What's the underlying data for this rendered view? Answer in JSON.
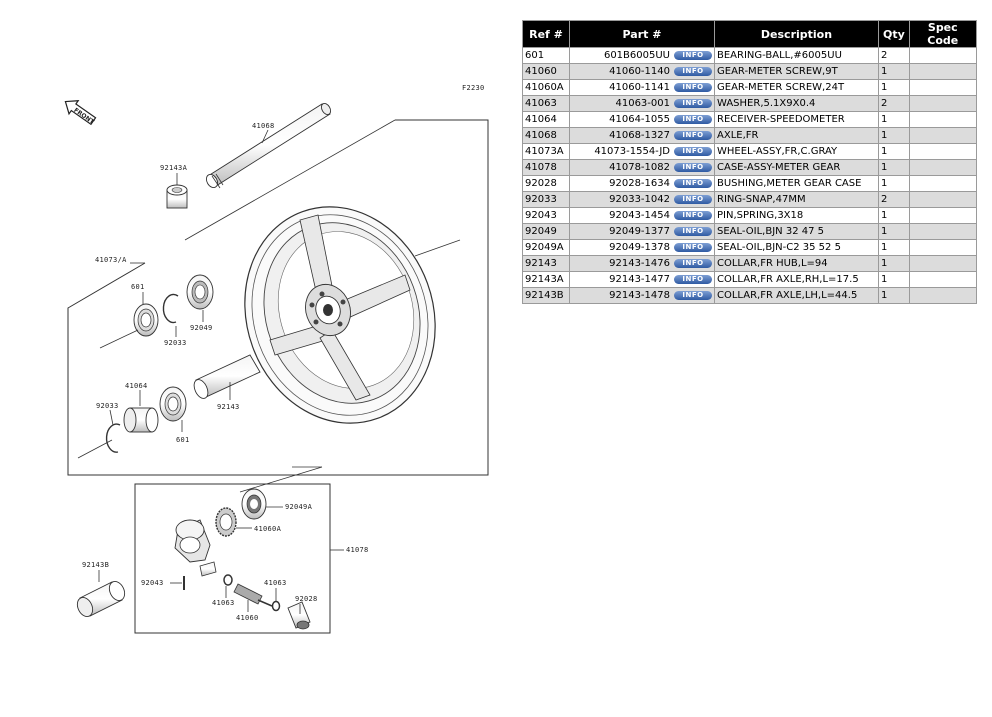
{
  "diagram": {
    "code": "F2230",
    "front_label": "FRONT",
    "callouts": [
      "41068",
      "92143A",
      "41073/A",
      "601",
      "92033",
      "92049",
      "41064",
      "92033",
      "92143",
      "601",
      "92049A",
      "41060A",
      "41078",
      "92143B",
      "92043",
      "41063",
      "41063",
      "92028",
      "41060"
    ]
  },
  "table": {
    "headers": [
      "Ref #",
      "Part #",
      "Description",
      "Qty",
      "Spec Code"
    ],
    "info_label": "INFO",
    "rows": [
      {
        "ref": "601",
        "part": "601B6005UU",
        "desc": "BEARING-BALL,#6005UU",
        "qty": "2",
        "spec": ""
      },
      {
        "ref": "41060",
        "part": "41060-1140",
        "desc": "GEAR-METER SCREW,9T",
        "qty": "1",
        "spec": ""
      },
      {
        "ref": "41060A",
        "part": "41060-1141",
        "desc": "GEAR-METER SCREW,24T",
        "qty": "1",
        "spec": ""
      },
      {
        "ref": "41063",
        "part": "41063-001",
        "desc": "WASHER,5.1X9X0.4",
        "qty": "2",
        "spec": ""
      },
      {
        "ref": "41064",
        "part": "41064-1055",
        "desc": "RECEIVER-SPEEDOMETER",
        "qty": "1",
        "spec": ""
      },
      {
        "ref": "41068",
        "part": "41068-1327",
        "desc": "AXLE,FR",
        "qty": "1",
        "spec": ""
      },
      {
        "ref": "41073A",
        "part": "41073-1554-JD",
        "desc": "WHEEL-ASSY,FR,C.GRAY",
        "qty": "1",
        "spec": ""
      },
      {
        "ref": "41078",
        "part": "41078-1082",
        "desc": "CASE-ASSY-METER GEAR",
        "qty": "1",
        "spec": ""
      },
      {
        "ref": "92028",
        "part": "92028-1634",
        "desc": "BUSHING,METER GEAR CASE",
        "qty": "1",
        "spec": ""
      },
      {
        "ref": "92033",
        "part": "92033-1042",
        "desc": "RING-SNAP,47MM",
        "qty": "2",
        "spec": ""
      },
      {
        "ref": "92043",
        "part": "92043-1454",
        "desc": "PIN,SPRING,3X18",
        "qty": "1",
        "spec": ""
      },
      {
        "ref": "92049",
        "part": "92049-1377",
        "desc": "SEAL-OIL,BJN 32 47 5",
        "qty": "1",
        "spec": ""
      },
      {
        "ref": "92049A",
        "part": "92049-1378",
        "desc": "SEAL-OIL,BJN-C2 35 52 5",
        "qty": "1",
        "spec": ""
      },
      {
        "ref": "92143",
        "part": "92143-1476",
        "desc": "COLLAR,FR HUB,L=94",
        "qty": "1",
        "spec": ""
      },
      {
        "ref": "92143A",
        "part": "92143-1477",
        "desc": "COLLAR,FR AXLE,RH,L=17.5",
        "qty": "1",
        "spec": ""
      },
      {
        "ref": "92143B",
        "part": "92143-1478",
        "desc": "COLLAR,FR AXLE,LH,L=44.5",
        "qty": "1",
        "spec": ""
      }
    ]
  }
}
